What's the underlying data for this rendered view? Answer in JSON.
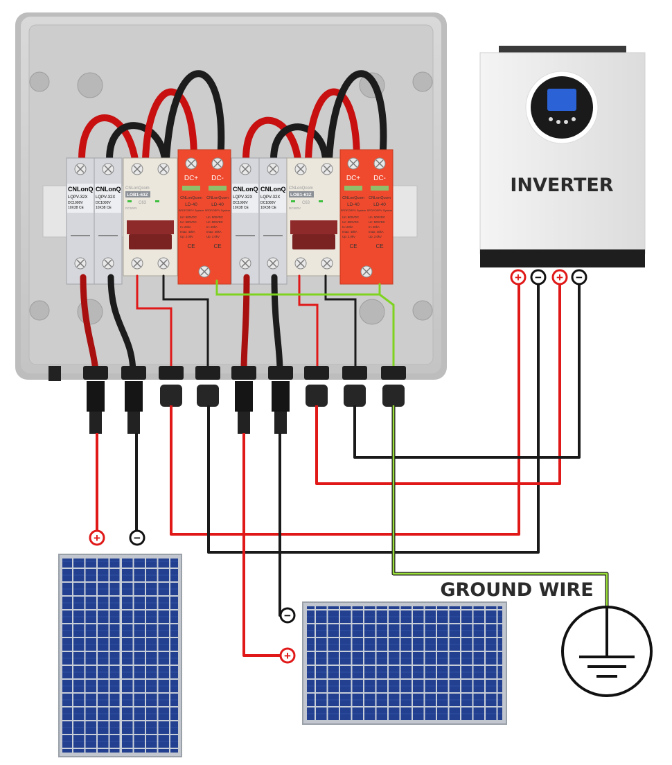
{
  "labels": {
    "inverter": "INVERTER",
    "ground_wire": "GROUND WIRE"
  },
  "fuse_holder": {
    "brand": "CNLonQ",
    "model": "LQPV-32X",
    "rating": "DC1000V",
    "size": "10X38",
    "mark": "CE"
  },
  "breaker": {
    "brand": "CNLonQcom",
    "model": "LOB1-63Z",
    "current": "C63",
    "voltage": "DC500V"
  },
  "spd": {
    "pos_label": "DC+",
    "neg_label": "DC-",
    "brand": "CNLonQcom",
    "model": "LD-40",
    "type": "SPDFORPV System",
    "specs": [
      "Un: 500VDC",
      "Uc: 500VDC",
      "In: 20kA",
      "Imax: 40kA",
      "Up: 2.0kV"
    ],
    "mark": "CE"
  },
  "polarity": {
    "positive": "+",
    "negative": "−"
  },
  "colors": {
    "positive_wire": "#e01818",
    "negative_wire": "#1a1a1a",
    "ground_wire": "#7ed321",
    "spd_body": "#f04a2e",
    "breaker_handle": "#8e2a2a",
    "panel_cell": "#1f3a8a",
    "enclosure": "#d4d4d4"
  }
}
